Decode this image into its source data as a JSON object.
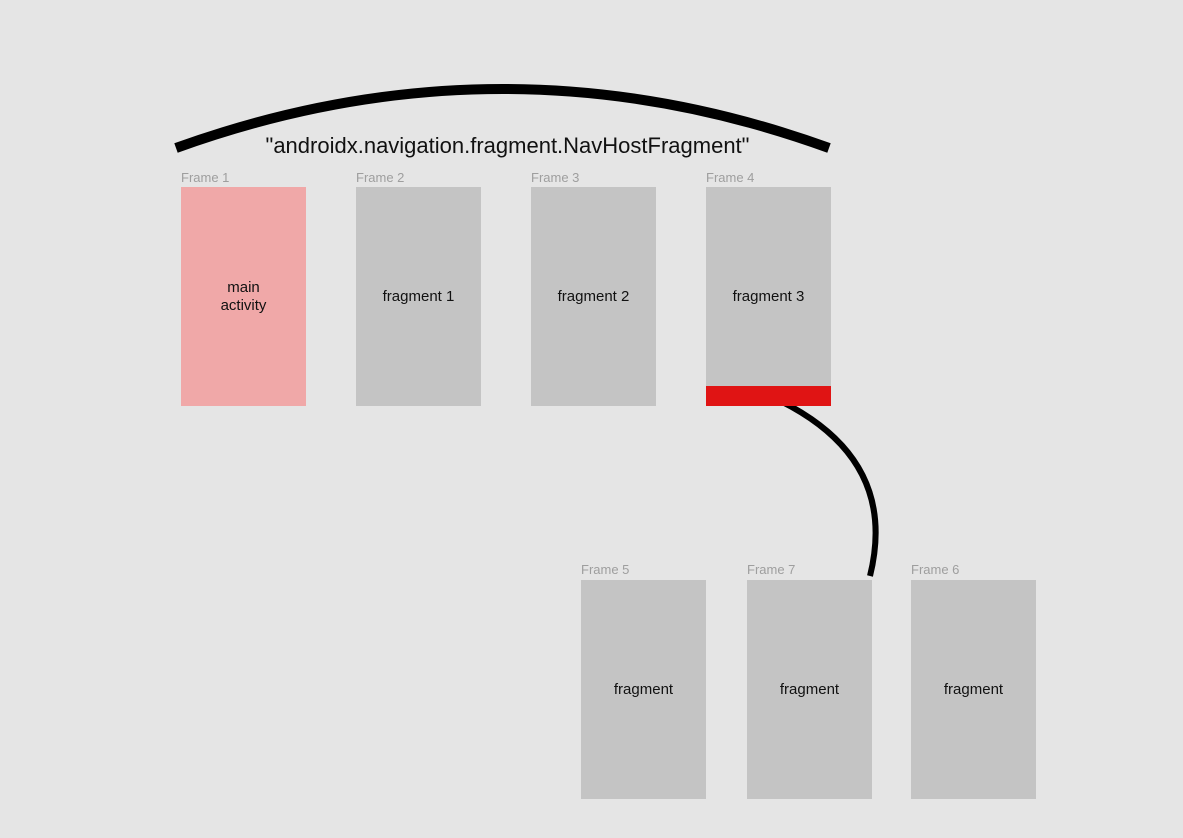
{
  "nav_host": {
    "label": "\"androidx.navigation.fragment.NavHostFragment\""
  },
  "frames": {
    "frame1": {
      "title": "Frame 1",
      "label": "main\nactivity"
    },
    "frame2": {
      "title": "Frame 2",
      "label": "fragment 1"
    },
    "frame3": {
      "title": "Frame 3",
      "label": "fragment 2"
    },
    "frame4": {
      "title": "Frame 4",
      "label": "fragment 3"
    },
    "frame5": {
      "title": "Frame 5",
      "label": "fragment"
    },
    "frame7": {
      "title": "Frame 7",
      "label": "fragment"
    },
    "frame6": {
      "title": "Frame 6",
      "label": "fragment"
    }
  },
  "colors": {
    "background": "#e5e5e5",
    "frame_fill": "#c4c4c4",
    "activity_fill": "#f0a8a8",
    "bottom_bar": "#e01414",
    "connector": "#000000",
    "frame_title": "#9e9e9e"
  }
}
